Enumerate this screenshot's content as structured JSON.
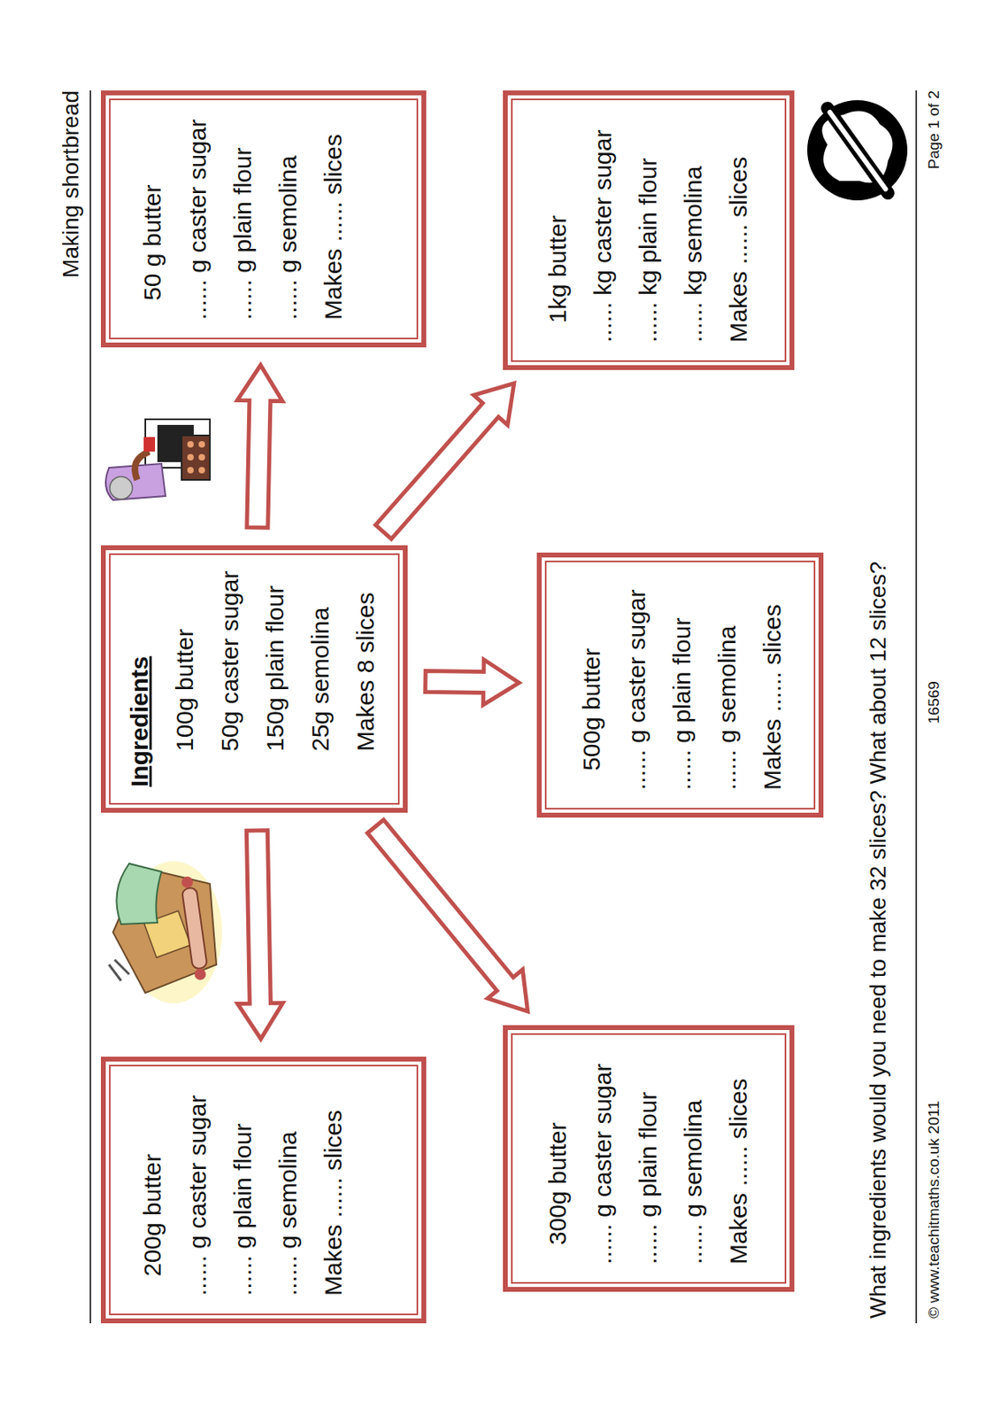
{
  "diagram": {
    "title": "Making shortbread",
    "nodes": [
      {
        "text": [
          "200g butter",
          "...... g caster sugar",
          "...... g plain flour",
          "...... g semolina",
          "Makes ...... slices"
        ]
      },
      {
        "text": [
          "Ingredients",
          "100g butter",
          "50g caster sugar",
          "150g plain flour",
          "25g semolina",
          "Makes 8 slices"
        ]
      },
      {
        "text": [
          "50 g butter",
          "...... g caster sugar",
          "...... g plain flour",
          "...... g semolina",
          "Makes ...... slices"
        ]
      },
      {
        "text": [
          "300g butter",
          "...... g caster sugar",
          "...... g plain flour",
          "...... g semolina",
          "Makes ...... slices"
        ]
      },
      {
        "text": [
          "500g butter",
          "...... g caster sugar",
          "...... g plain flour",
          "...... g semolina",
          "Makes ...... slices"
        ]
      },
      {
        "text": [
          "1kg butter",
          "...... kg caster sugar",
          "...... kg plain flour",
          "...... kg semolina",
          "Makes ...... slices"
        ]
      }
    ],
    "edges": [
      {
        "from": 1,
        "to": 0,
        "arrow": "to"
      },
      {
        "from": 1,
        "to": 2,
        "arrow": "to"
      },
      {
        "from": 1,
        "to": 3,
        "arrow": "to"
      },
      {
        "from": 1,
        "to": 4,
        "arrow": "to"
      },
      {
        "from": 1,
        "to": 5,
        "arrow": "to"
      }
    ],
    "labels": [
      "What ingredients would you need to make 32 slices?  What about 12 slices?",
      "© www.teachitmaths.co.uk 2011",
      "16569",
      "Page 1 of 2"
    ]
  }
}
